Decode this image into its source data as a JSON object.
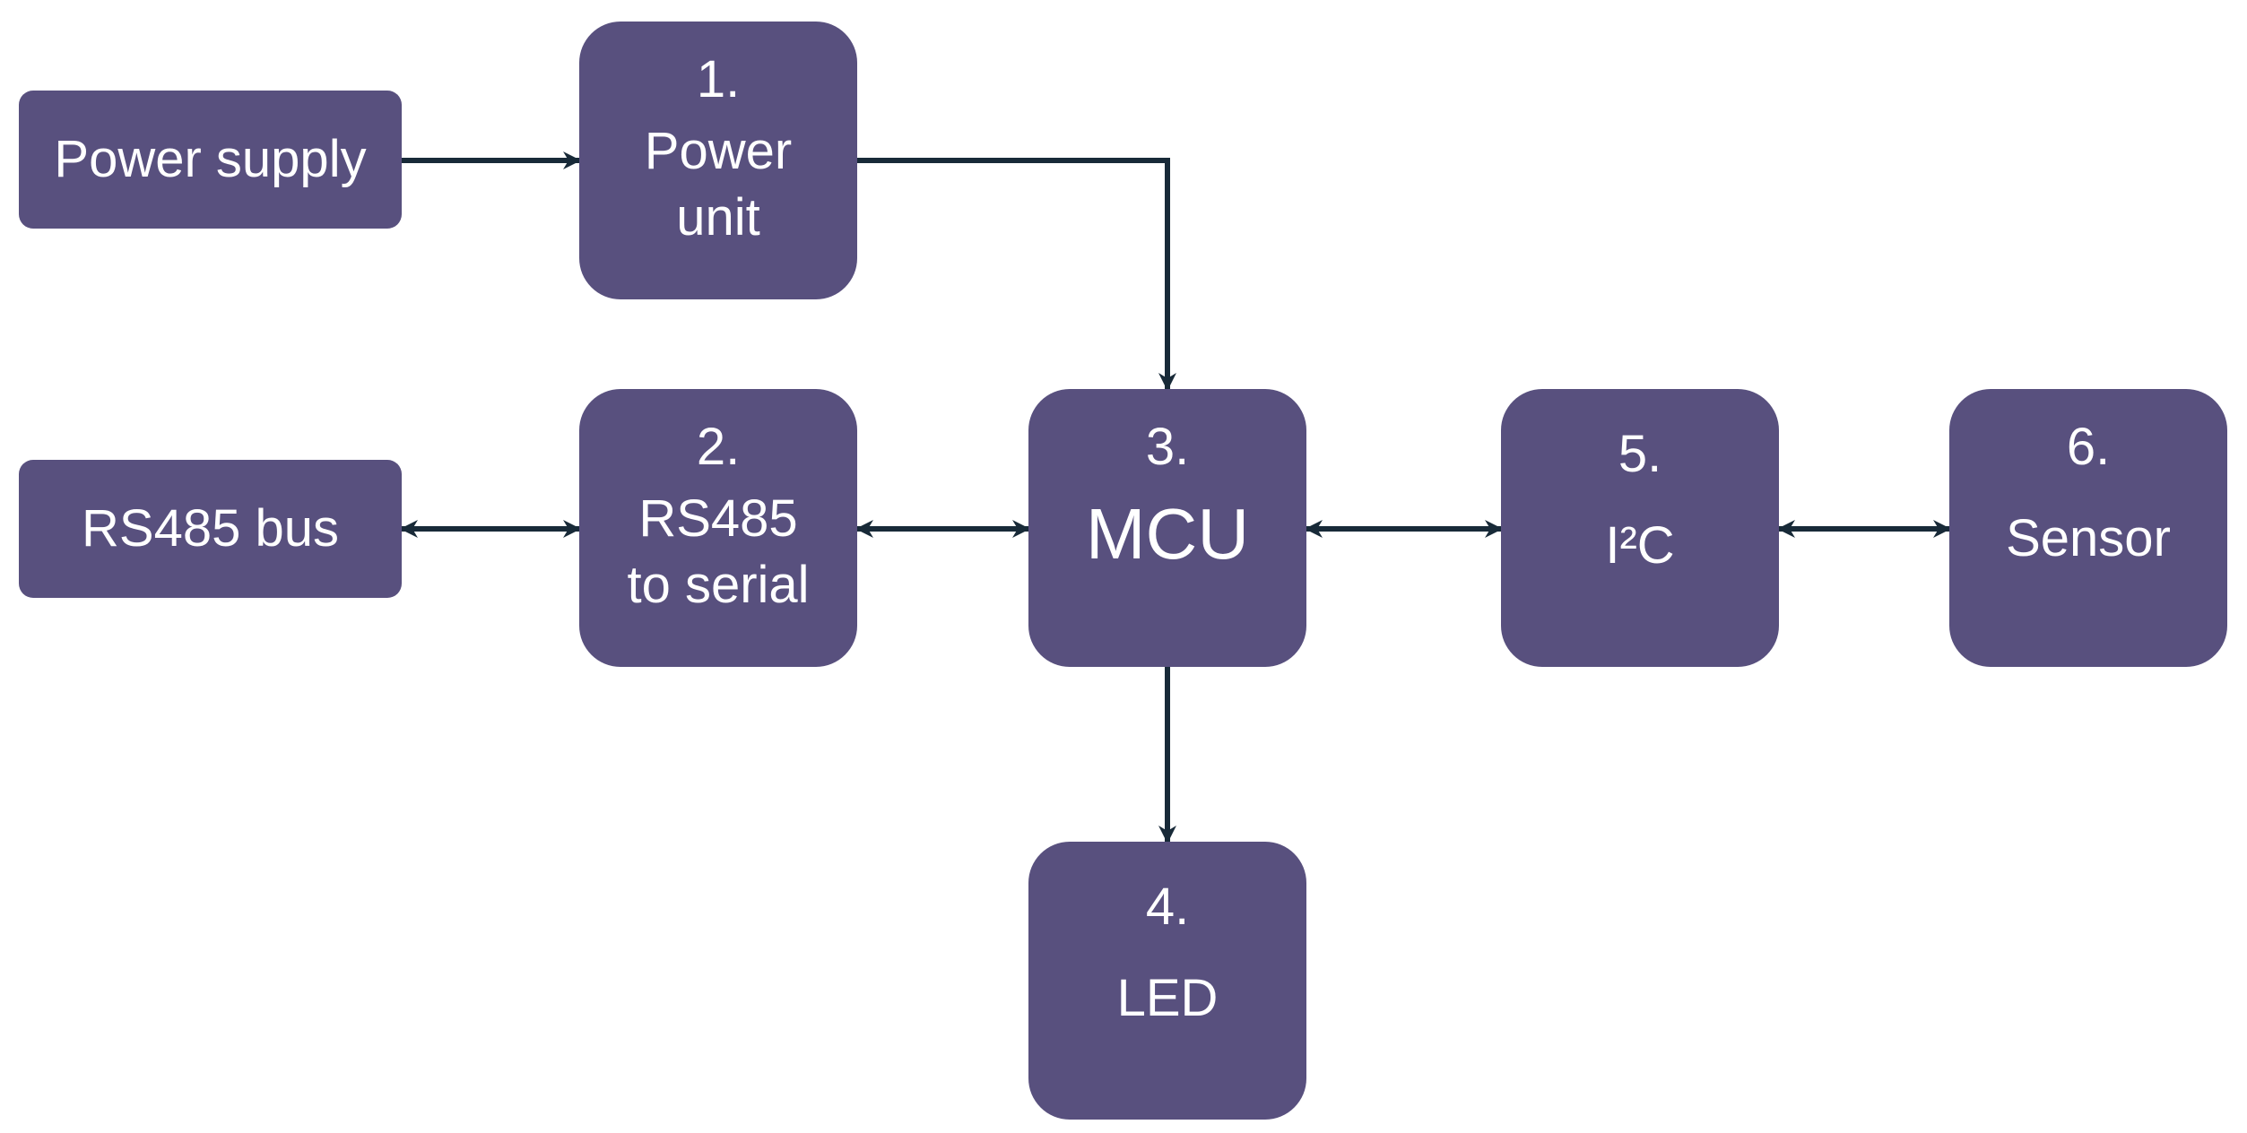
{
  "colors": {
    "block_fill": "#58507e",
    "block_text": "#ffffff",
    "connector": "#182a38"
  },
  "blocks": {
    "power_supply": {
      "label": "Power supply"
    },
    "power_unit": {
      "number": "1.",
      "line1": "Power",
      "line2": "unit"
    },
    "rs485_bus": {
      "label": "RS485 bus"
    },
    "rs485_serial": {
      "number": "2.",
      "line1": "RS485",
      "line2": "to serial"
    },
    "mcu": {
      "number": "3.",
      "label": "MCU"
    },
    "led": {
      "number": "4.",
      "label": "LED"
    },
    "i2c": {
      "number": "5.",
      "label": "I²C"
    },
    "sensor": {
      "number": "6.",
      "label": "Sensor"
    }
  },
  "connections": [
    {
      "from": "Power supply",
      "to": "Power unit",
      "direction": "one-way"
    },
    {
      "from": "Power unit",
      "to": "MCU",
      "direction": "one-way"
    },
    {
      "from": "RS485 bus",
      "to": "RS485 to serial",
      "direction": "two-way"
    },
    {
      "from": "RS485 to serial",
      "to": "MCU",
      "direction": "two-way"
    },
    {
      "from": "MCU",
      "to": "I²C",
      "direction": "two-way"
    },
    {
      "from": "I²C",
      "to": "Sensor",
      "direction": "two-way"
    },
    {
      "from": "MCU",
      "to": "LED",
      "direction": "one-way"
    }
  ]
}
